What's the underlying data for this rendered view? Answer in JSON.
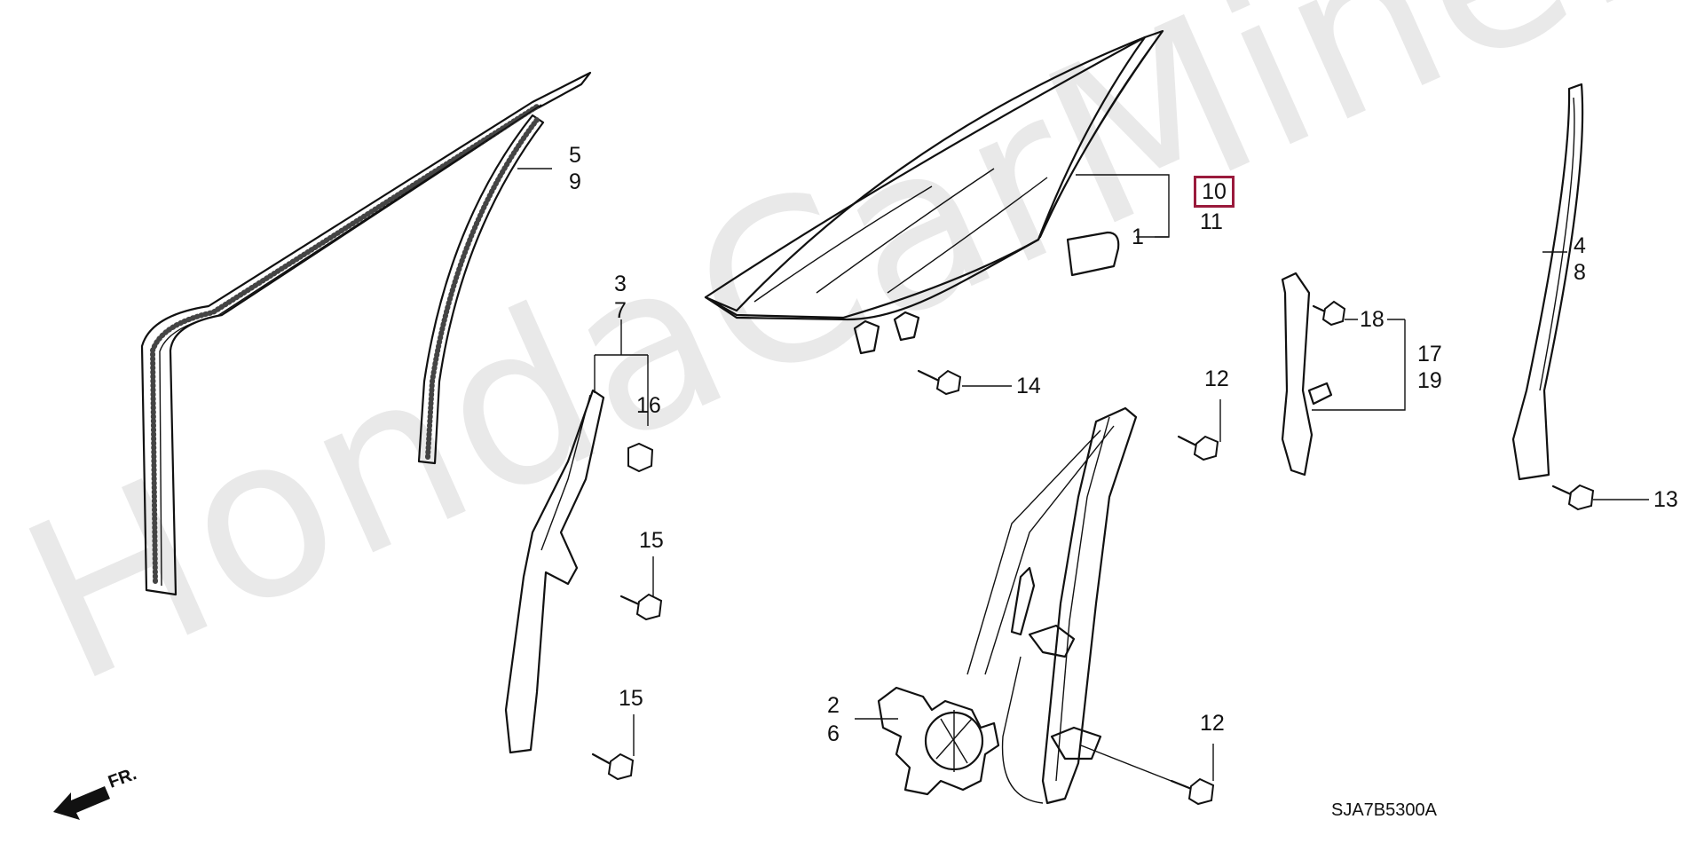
{
  "watermark": "HondaCarMine.ru",
  "diagram_code": "SJA7B5300A",
  "direction_label": "FR.",
  "callouts": {
    "c5": "5",
    "c9": "9",
    "c10": "10",
    "c11": "11",
    "c1": "1",
    "c4": "4",
    "c8": "8",
    "c3": "3",
    "c7": "7",
    "c16": "16",
    "c14": "14",
    "c18": "18",
    "c17": "17",
    "c19": "19",
    "c12a": "12",
    "c12b": "12",
    "c13": "13",
    "c15a": "15",
    "c15b": "15",
    "c2": "2",
    "c6": "6"
  },
  "colors": {
    "highlight": "#9a1a3c",
    "watermark": "#e9e9e9",
    "line": "#111111"
  }
}
